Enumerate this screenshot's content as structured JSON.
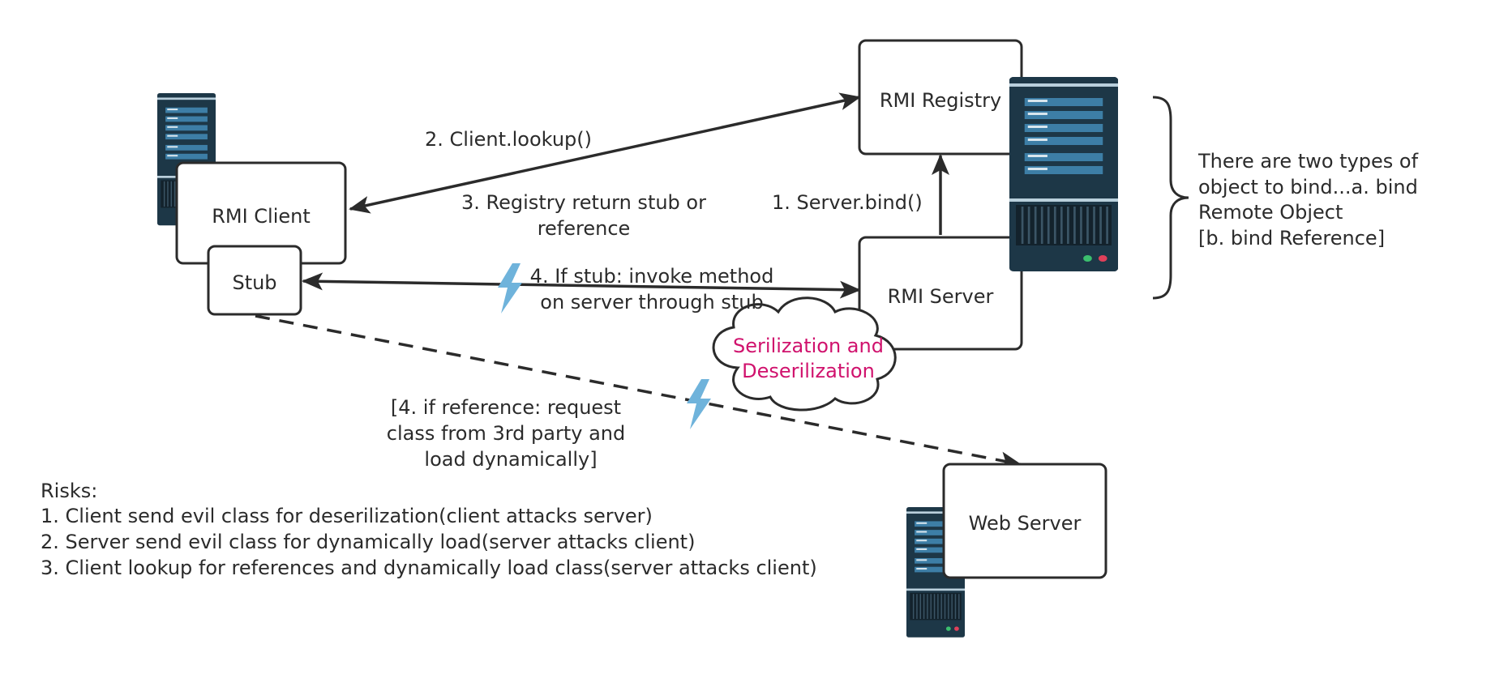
{
  "nodes": {
    "rmi_registry": "RMI Registry",
    "rmi_client": "RMI Client",
    "stub": "Stub",
    "rmi_server": "RMI Server",
    "web_server": "Web Server"
  },
  "edges": {
    "lookup": "2. Client.lookup()",
    "bind": "1. Server.bind()",
    "registry_return": [
      "3. Registry return stub or",
      "reference"
    ],
    "invoke": [
      "4. If stub: invoke method",
      "on server through stub"
    ],
    "reference": [
      "[4. if reference: request",
      "class from 3rd party and",
      "load dynamically]"
    ]
  },
  "cloud": {
    "lines": [
      "Serilization and",
      "Deserilization"
    ],
    "color": "#d0126d"
  },
  "note": [
    "There are two types of",
    "object to bind...a. bind",
    "Remote Object",
    "[b. bind Reference]"
  ],
  "risks": {
    "title": "Risks:",
    "items": [
      "1. Client send evil class for deserilization(client attacks server)",
      "2. Server send evil class for dynamically load(server attacks client)",
      "3. Client lookup for references and dynamically load class(server attacks client)"
    ]
  },
  "colors": {
    "stroke": "#2b2b2b",
    "server_dark": "#1d3747",
    "server_stripe": "#3d7ea6",
    "lightning": "#6fb3db"
  },
  "icons": [
    "server-rack-icon",
    "lightning-icon"
  ]
}
